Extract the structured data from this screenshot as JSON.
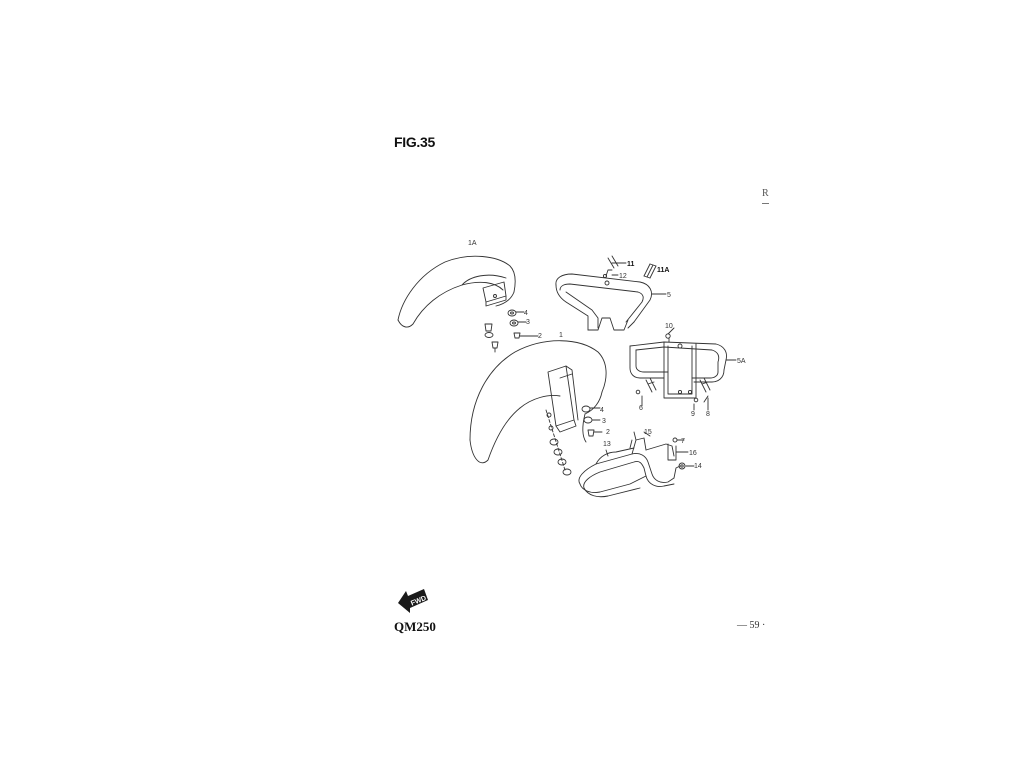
{
  "header": {
    "figure_title": "FIG.35"
  },
  "corner": {
    "mark": "R"
  },
  "footer": {
    "model": "QM250",
    "page": "— 59 ·",
    "direction_badge": "FWD",
    "direction_icon": "fwd-arrow-icon"
  },
  "callouts": {
    "c1A": "1A",
    "c1": "1",
    "c2a": "2",
    "c3a": "3",
    "c4a": "4",
    "c2b": "2",
    "c3b": "3",
    "c4b": "4",
    "c5": "5",
    "c5A": "5A",
    "c6": "6",
    "c7": "7",
    "c8": "8",
    "c9": "9",
    "c10": "10",
    "c11": "11",
    "c11A": "11A",
    "c12": "12",
    "c13": "13",
    "c14": "14",
    "c15": "15",
    "c16": "16"
  }
}
